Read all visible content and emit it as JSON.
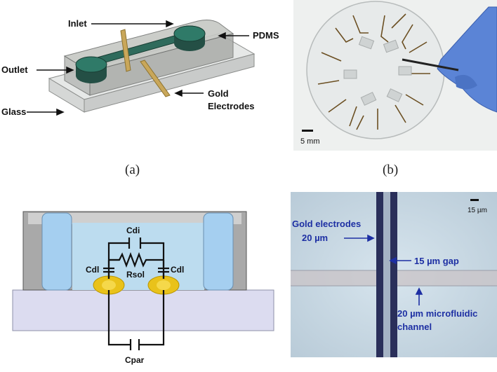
{
  "figure": {
    "panel_a": {
      "caption": "(a)",
      "labels": {
        "inlet": "Inlet",
        "pdms": "PDMS",
        "outlet": "Outlet",
        "glass": "Glass",
        "gold_line1": "Gold",
        "gold_line2": "Electrodes"
      }
    },
    "panel_b": {
      "caption": "(b)",
      "scale": "5 mm"
    },
    "panel_c": {
      "labels": {
        "cdi": "Cdi",
        "cdl_left": "Cdl",
        "rsol": "Rsol",
        "cdl_right": "Cdl",
        "cpar": "Cpar"
      }
    },
    "panel_d": {
      "scale": "15 µm",
      "gold_line1": "Gold electrodes",
      "gold_line2": "20 µm",
      "gap": "15 µm gap",
      "channel_line1": "20 µm microfluidic",
      "channel_line2": "channel"
    },
    "colors": {
      "annotation_blue": "#1d2fa3",
      "pdms": "#cfd1cd",
      "channel": "#2f6b5c",
      "gold": "#e9c21a"
    }
  }
}
